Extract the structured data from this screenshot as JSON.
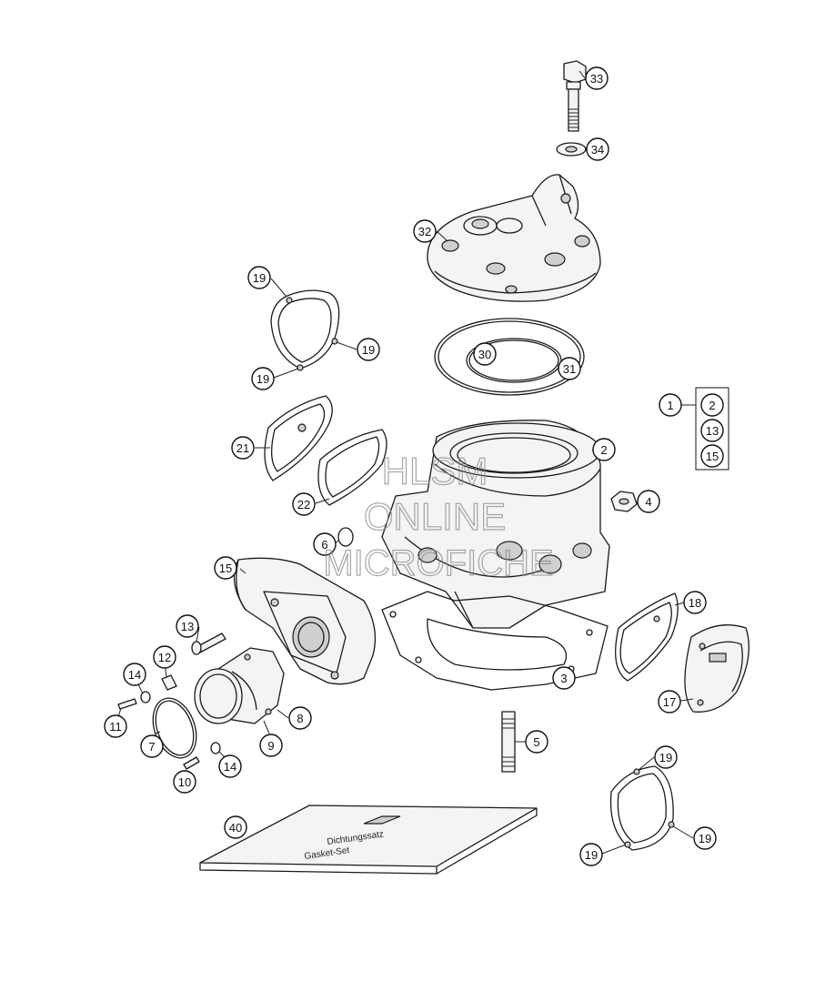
{
  "diagram": {
    "callouts": [
      {
        "id": "c33",
        "label": "33"
      },
      {
        "id": "c34",
        "label": "34"
      },
      {
        "id": "c32",
        "label": "32"
      },
      {
        "id": "c30",
        "label": "30"
      },
      {
        "id": "c31",
        "label": "31"
      },
      {
        "id": "c19a",
        "label": "19"
      },
      {
        "id": "c19b",
        "label": "19"
      },
      {
        "id": "c19c",
        "label": "19"
      },
      {
        "id": "c21",
        "label": "21"
      },
      {
        "id": "c22",
        "label": "22"
      },
      {
        "id": "c2",
        "label": "2"
      },
      {
        "id": "c4",
        "label": "4"
      },
      {
        "id": "c6",
        "label": "6"
      },
      {
        "id": "c15",
        "label": "15"
      },
      {
        "id": "c13",
        "label": "13"
      },
      {
        "id": "c12",
        "label": "12"
      },
      {
        "id": "c14a",
        "label": "14"
      },
      {
        "id": "c11",
        "label": "11"
      },
      {
        "id": "c7",
        "label": "7"
      },
      {
        "id": "c10",
        "label": "10"
      },
      {
        "id": "c14b",
        "label": "14"
      },
      {
        "id": "c9",
        "label": "9"
      },
      {
        "id": "c8",
        "label": "8"
      },
      {
        "id": "c3",
        "label": "3"
      },
      {
        "id": "c18",
        "label": "18"
      },
      {
        "id": "c17",
        "label": "17"
      },
      {
        "id": "c5",
        "label": "5"
      },
      {
        "id": "c19d",
        "label": "19"
      },
      {
        "id": "c19e",
        "label": "19"
      },
      {
        "id": "c19f",
        "label": "19"
      },
      {
        "id": "c40",
        "label": "40"
      }
    ],
    "kit_group": {
      "kit": "1",
      "items": [
        "2",
        "13",
        "15"
      ]
    },
    "book_text": {
      "line1": "Dichtungssatz",
      "line2": "Gasket-Set"
    },
    "watermark": {
      "line1": "HLSM",
      "line2": "ONLINE",
      "line3": "MICROFICHE"
    }
  }
}
